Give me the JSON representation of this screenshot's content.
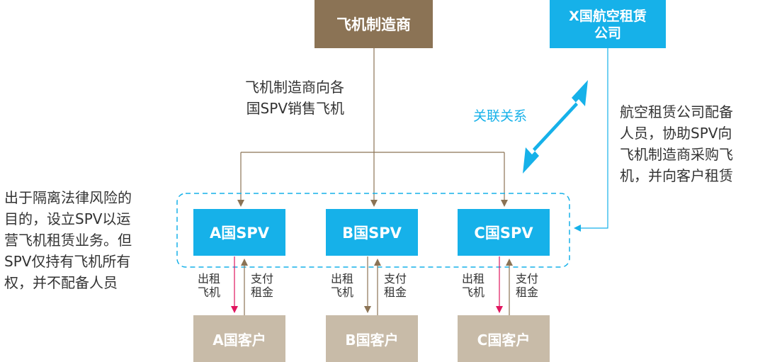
{
  "manufacturer": {
    "label": "飞机制造商"
  },
  "lessor": {
    "line1": "X国航空租赁",
    "line2": "公司"
  },
  "manufacturer_note": {
    "line1": "飞机制造商向各",
    "line2": "国SPV销售飞机"
  },
  "relation_label": "关联关系",
  "lessor_note": {
    "lines": [
      "航空租赁公司配备",
      "人员，协助SPV向",
      "飞机制造商采购飞",
      "机，并向客户租赁"
    ]
  },
  "spv_note": {
    "lines": [
      "出于隔离法律风险的",
      "目的，设立SPV以运",
      "营飞机租赁业务。但",
      "SPV仅持有飞机所有",
      "权，并不配备人员"
    ]
  },
  "spvs": [
    {
      "label": "A国SPV"
    },
    {
      "label": "B国SPV"
    },
    {
      "label": "C国SPV"
    }
  ],
  "customers": [
    {
      "label": "A国客户"
    },
    {
      "label": "B国客户"
    },
    {
      "label": "C国客户"
    }
  ],
  "flows": {
    "lease_out": {
      "line1": "出租",
      "line2": "飞机"
    },
    "pay": {
      "line1": "支付",
      "line2": "租金"
    }
  },
  "colors": {
    "manufacturer": "#8b7355",
    "spv": "#16b1e9",
    "customer": "#c8bba8",
    "lease_arrow": "#e0155e",
    "brown_line": "#8b7355"
  }
}
